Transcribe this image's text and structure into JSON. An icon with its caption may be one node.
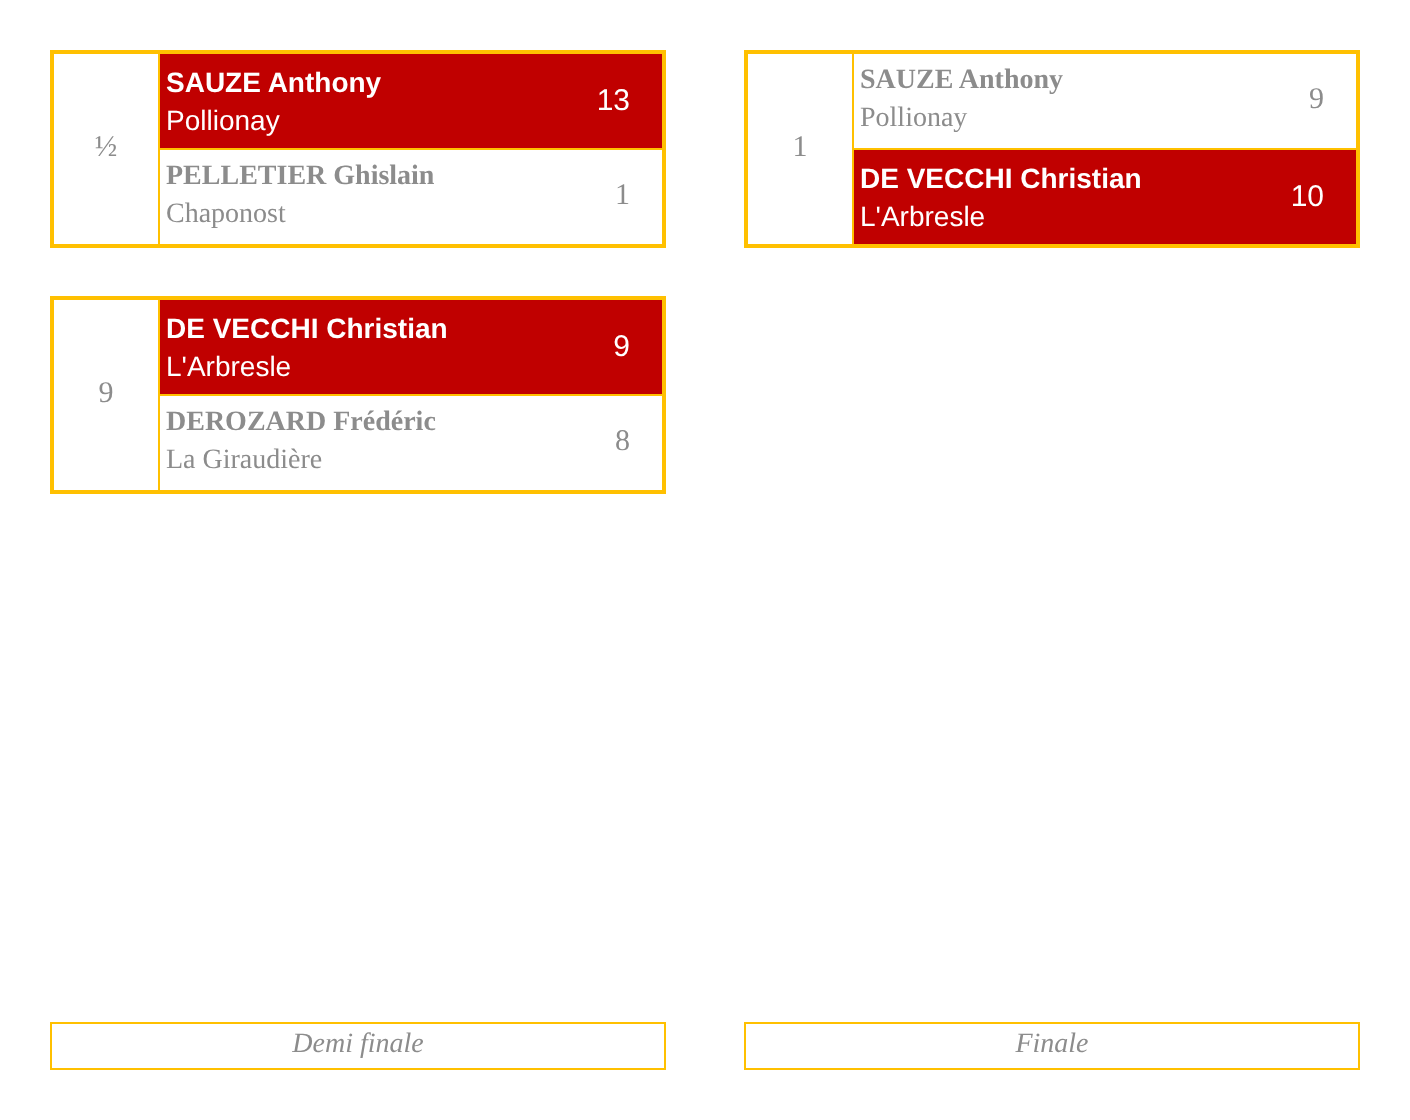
{
  "diagram": {
    "nodes": [
      {
        "text": [
          "½"
        ]
      },
      {
        "text": [
          "SAUZE Anthony",
          "Pollionay",
          "13"
        ],
        "in": 0
      },
      {
        "text": [
          "PELLETIER Ghislain",
          "Chaponost",
          "1"
        ],
        "in": 0
      },
      {
        "text": [
          "1"
        ]
      },
      {
        "text": [
          "SAUZE Anthony",
          "Pollionay",
          "9"
        ],
        "in": 3
      },
      {
        "text": [
          "DE VECCHI Christian",
          "L'Arbresle",
          "10"
        ],
        "in": 3
      },
      {
        "text": [
          "9"
        ]
      },
      {
        "text": [
          "DE VECCHI Christian",
          "L'Arbresle",
          "9"
        ],
        "in": 6
      },
      {
        "text": [
          "DEROZARD Frédéric",
          "La Giraudière",
          "8"
        ],
        "in": 6
      },
      {
        "text": [
          "Demi finale"
        ]
      },
      {
        "text": [
          "Finale"
        ]
      }
    ]
  }
}
